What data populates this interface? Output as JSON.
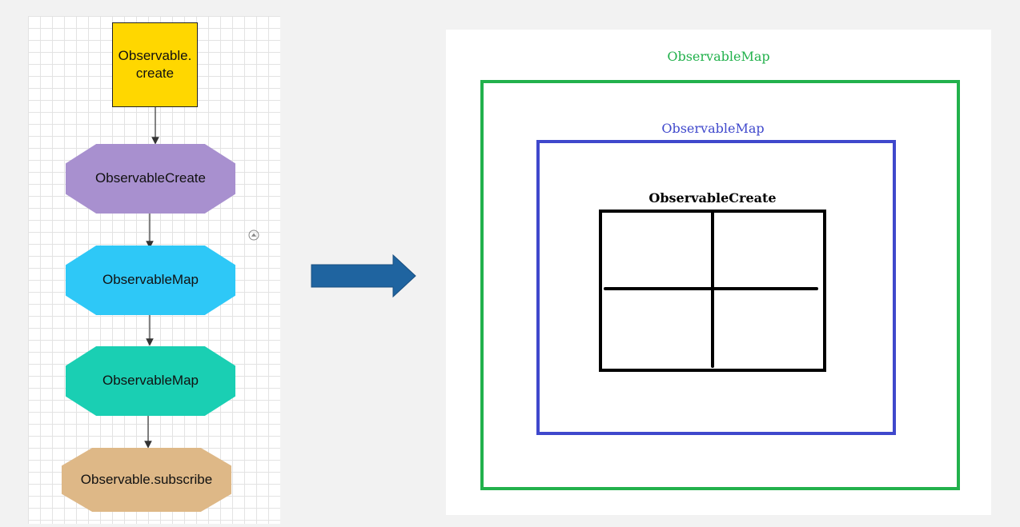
{
  "flowchart": {
    "nodes": [
      {
        "id": "create",
        "label": "Observable.\ncreate",
        "shape": "rectangle",
        "color": "#ffd700"
      },
      {
        "id": "observable-create",
        "label": "ObservableCreate",
        "shape": "octagon",
        "color": "#a890cf"
      },
      {
        "id": "observable-map-1",
        "label": "ObservableMap",
        "shape": "octagon",
        "color": "#2ec8f7"
      },
      {
        "id": "observable-map-2",
        "label": "ObservableMap",
        "shape": "octagon",
        "color": "#1acfb3"
      },
      {
        "id": "subscribe",
        "label": "Observable.subscribe",
        "shape": "octagon",
        "color": "#deb887"
      }
    ],
    "edges": [
      {
        "from": "create",
        "to": "observable-create"
      },
      {
        "from": "observable-create",
        "to": "observable-map-1"
      },
      {
        "from": "observable-map-1",
        "to": "observable-map-2"
      },
      {
        "from": "observable-map-2",
        "to": "subscribe"
      }
    ],
    "icons": {
      "expand": "collapse-up-icon"
    }
  },
  "arrow": {
    "icon": "right-arrow-icon",
    "color": "#1f64a0"
  },
  "nesting": {
    "outer": {
      "label": "ObservableMap",
      "color": "#22b14c"
    },
    "inner": {
      "label": "ObservableMap",
      "color": "#3f48cc"
    },
    "core": {
      "label": "ObservableCreate",
      "color": "#000000"
    }
  }
}
